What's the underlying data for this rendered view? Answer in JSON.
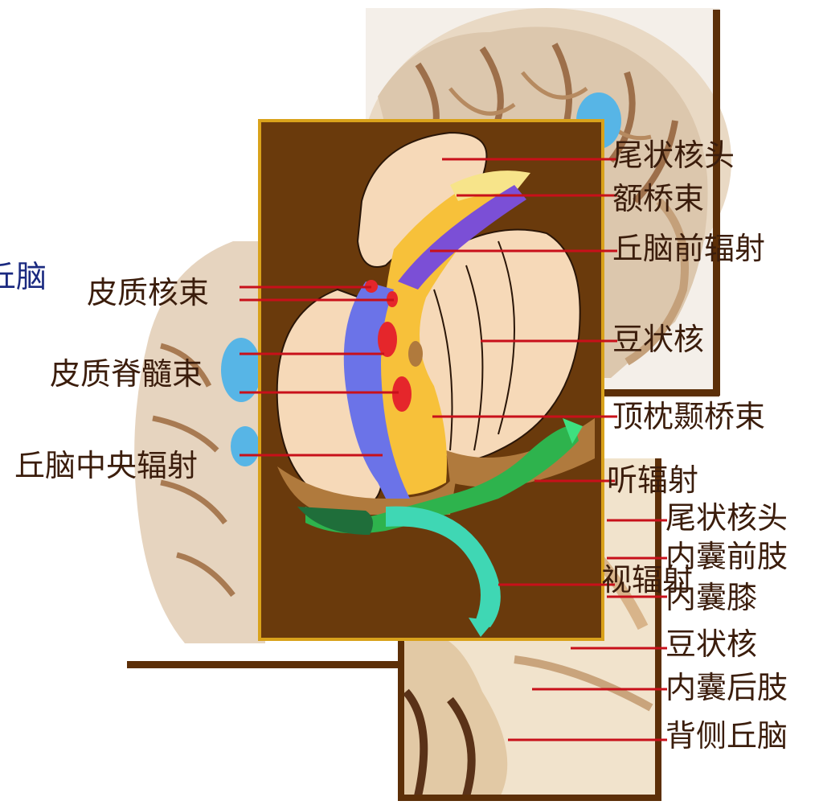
{
  "labels": {
    "right_top": [
      "尾状核头",
      "额桥束",
      "丘脑前辐射",
      "豆状核",
      "顶枕颞桥束",
      "听辐射"
    ],
    "right_bottom": [
      "尾状核头",
      "内囊前肢",
      "视辐射",
      "内囊膝",
      "豆状核",
      "内囊后肢",
      "背侧丘脑"
    ],
    "left": [
      "皮质核束",
      "皮质脊髓束",
      "丘脑中央辐射"
    ],
    "partial_left": "丘脑"
  },
  "colors": {
    "frame_brown": "#5c2f08",
    "leader_red": "#c8101a",
    "tissue_beige": "#f6d9b8",
    "capsule_yellow": "#f7c13a",
    "tract_purple": "#7b4fd6",
    "tract_blue": "#6b73e8",
    "optic_teal": "#3fd7b4",
    "auditory_green": "#2eb34d",
    "nucleus_red": "#e5262b",
    "border_gold": "#d9a21b"
  }
}
